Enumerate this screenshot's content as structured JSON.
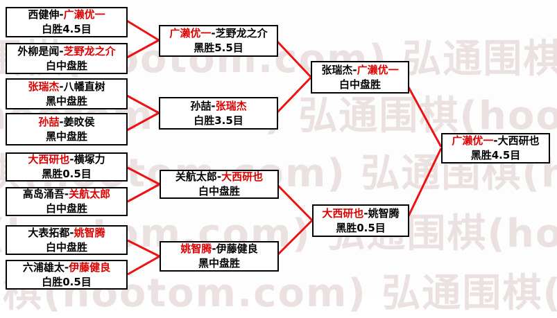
{
  "watermark": {
    "text": "弘通围棋(hootom.com)"
  },
  "colors": {
    "connector": "#ee1111",
    "winner": "#dd0000",
    "border": "#000000",
    "watermark": "#ece1e1",
    "background": "#fdfdfd"
  },
  "dash": "-",
  "bracket": {
    "round1": [
      {
        "p1": "西健伸",
        "p2": "广濑优一",
        "winner": 2,
        "result": "白胜4.5目"
      },
      {
        "p1": "外柳是闻",
        "p2": "芝野龙之介",
        "winner": 2,
        "result": "白中盘胜"
      },
      {
        "p1": "张瑞杰",
        "p2": "八幡直树",
        "winner": 1,
        "result": "黑中盘胜"
      },
      {
        "p1": "孙喆",
        "p2": "姜旼侯",
        "winner": 1,
        "result": "黑中盘胜"
      },
      {
        "p1": "大西研也",
        "p2": "横塚力",
        "winner": 1,
        "result": "黑胜0.5目"
      },
      {
        "p1": "高岛涌吾",
        "p2": "关航太郎",
        "winner": 2,
        "result": "白中盘胜"
      },
      {
        "p1": "大表拓都",
        "p2": "姚智腾",
        "winner": 2,
        "result": "白中盘胜"
      },
      {
        "p1": "六浦雄太",
        "p2": "伊藤健良",
        "winner": 2,
        "result": "白胜0.5目"
      }
    ],
    "round2": [
      {
        "p1": "广濑优一",
        "p2": "芝野龙之介",
        "winner": 1,
        "result": "黑胜5.5目"
      },
      {
        "p1": "孙喆",
        "p2": "张瑞杰",
        "winner": 2,
        "result": "白胜3.5目"
      },
      {
        "p1": "关航太郎",
        "p2": "大西研也",
        "winner": 2,
        "result": "白中盘胜"
      },
      {
        "p1": "姚智腾",
        "p2": "伊藤健良",
        "winner": 1,
        "result": "黑中盘胜"
      }
    ],
    "semifinals": [
      {
        "p1": "张瑞杰",
        "p2": "广濑优一",
        "winner": 2,
        "result": "白中盘胜"
      },
      {
        "p1": "大西研也",
        "p2": "姚智腾",
        "winner": 1,
        "result": "黑胜0.5目"
      }
    ],
    "final": {
      "p1": "广濑优一",
      "p2": "大西研也",
      "winner": 1,
      "result": "黑胜4.5目"
    }
  }
}
